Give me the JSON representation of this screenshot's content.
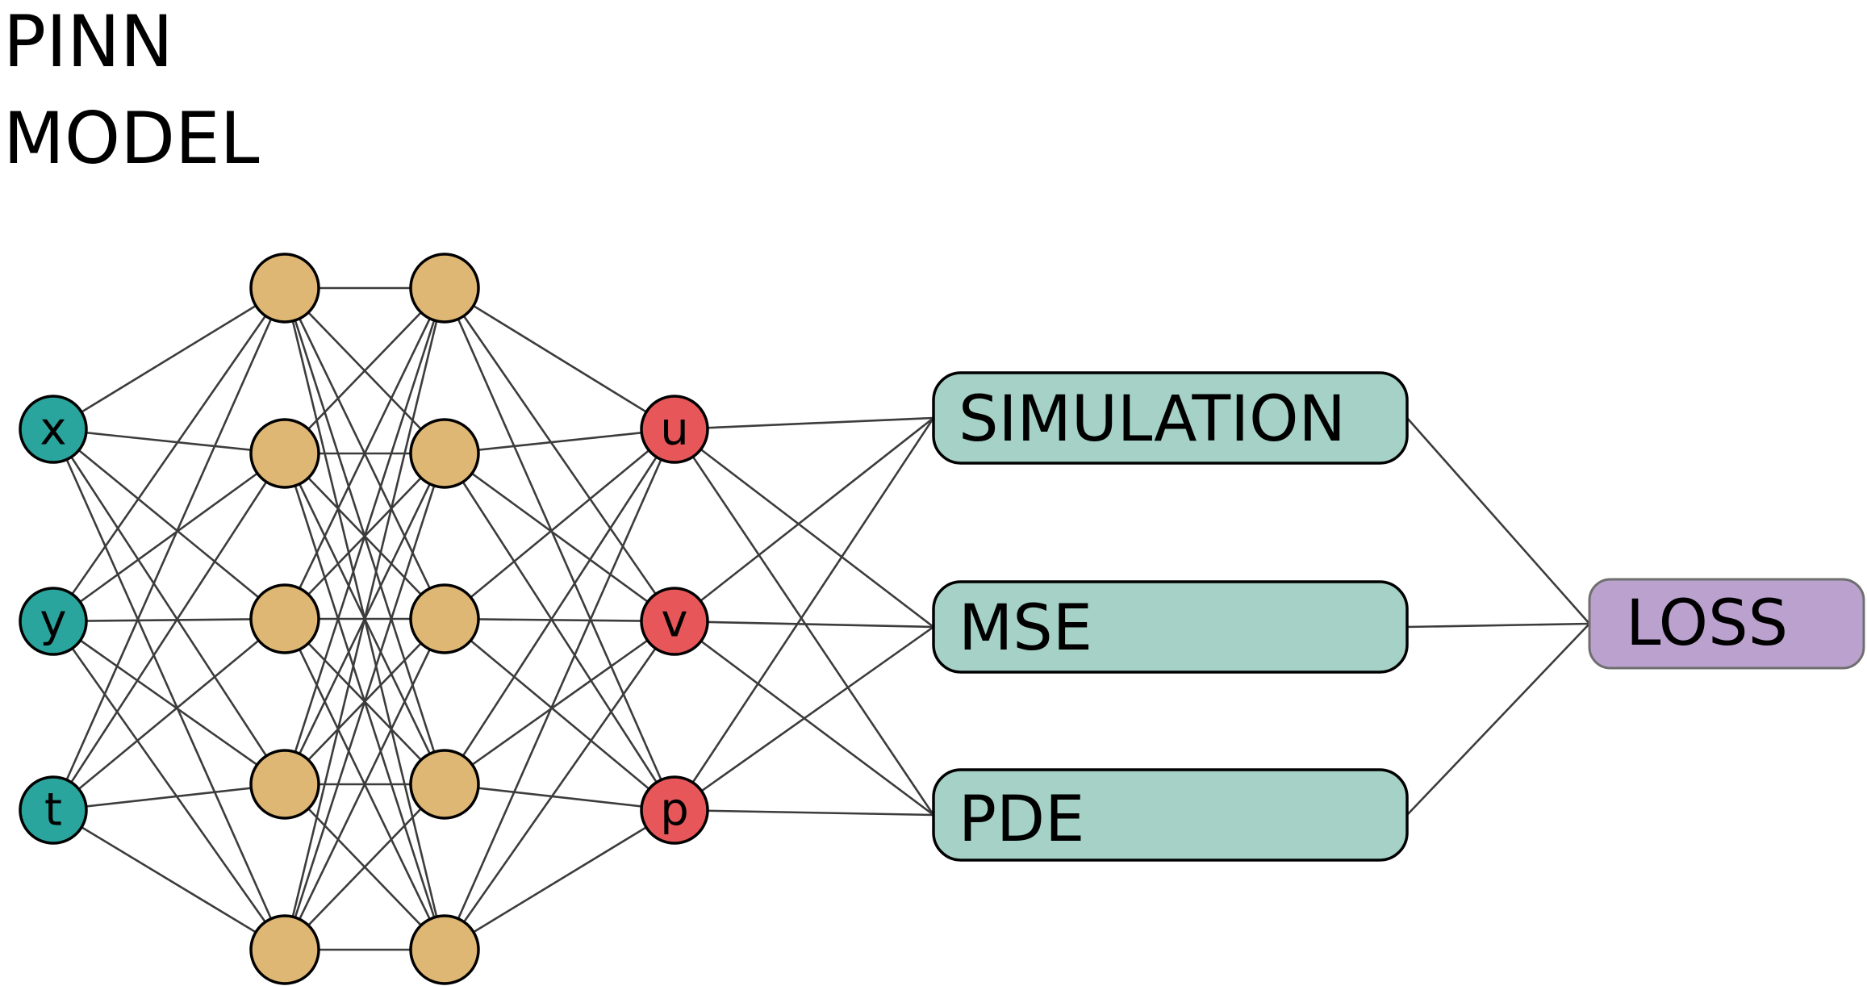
{
  "title": {
    "line1": "PINN",
    "line2": "MODEL"
  },
  "colors": {
    "input_node": "#2aa59e",
    "hidden_node": "#dfb774",
    "output_node": "#e7575a",
    "loss_term_box": "#a5d1c6",
    "loss_box": "#bba2ce",
    "edge": "#3c3c3c",
    "outline": "#000000"
  },
  "network": {
    "inputs": [
      "x",
      "y",
      "t"
    ],
    "hidden_layers": [
      5,
      5
    ],
    "outputs": [
      "u",
      "v",
      "p"
    ]
  },
  "loss_terms": [
    "SIMULATION",
    "MSE",
    "PDE"
  ],
  "loss": "LOSS"
}
